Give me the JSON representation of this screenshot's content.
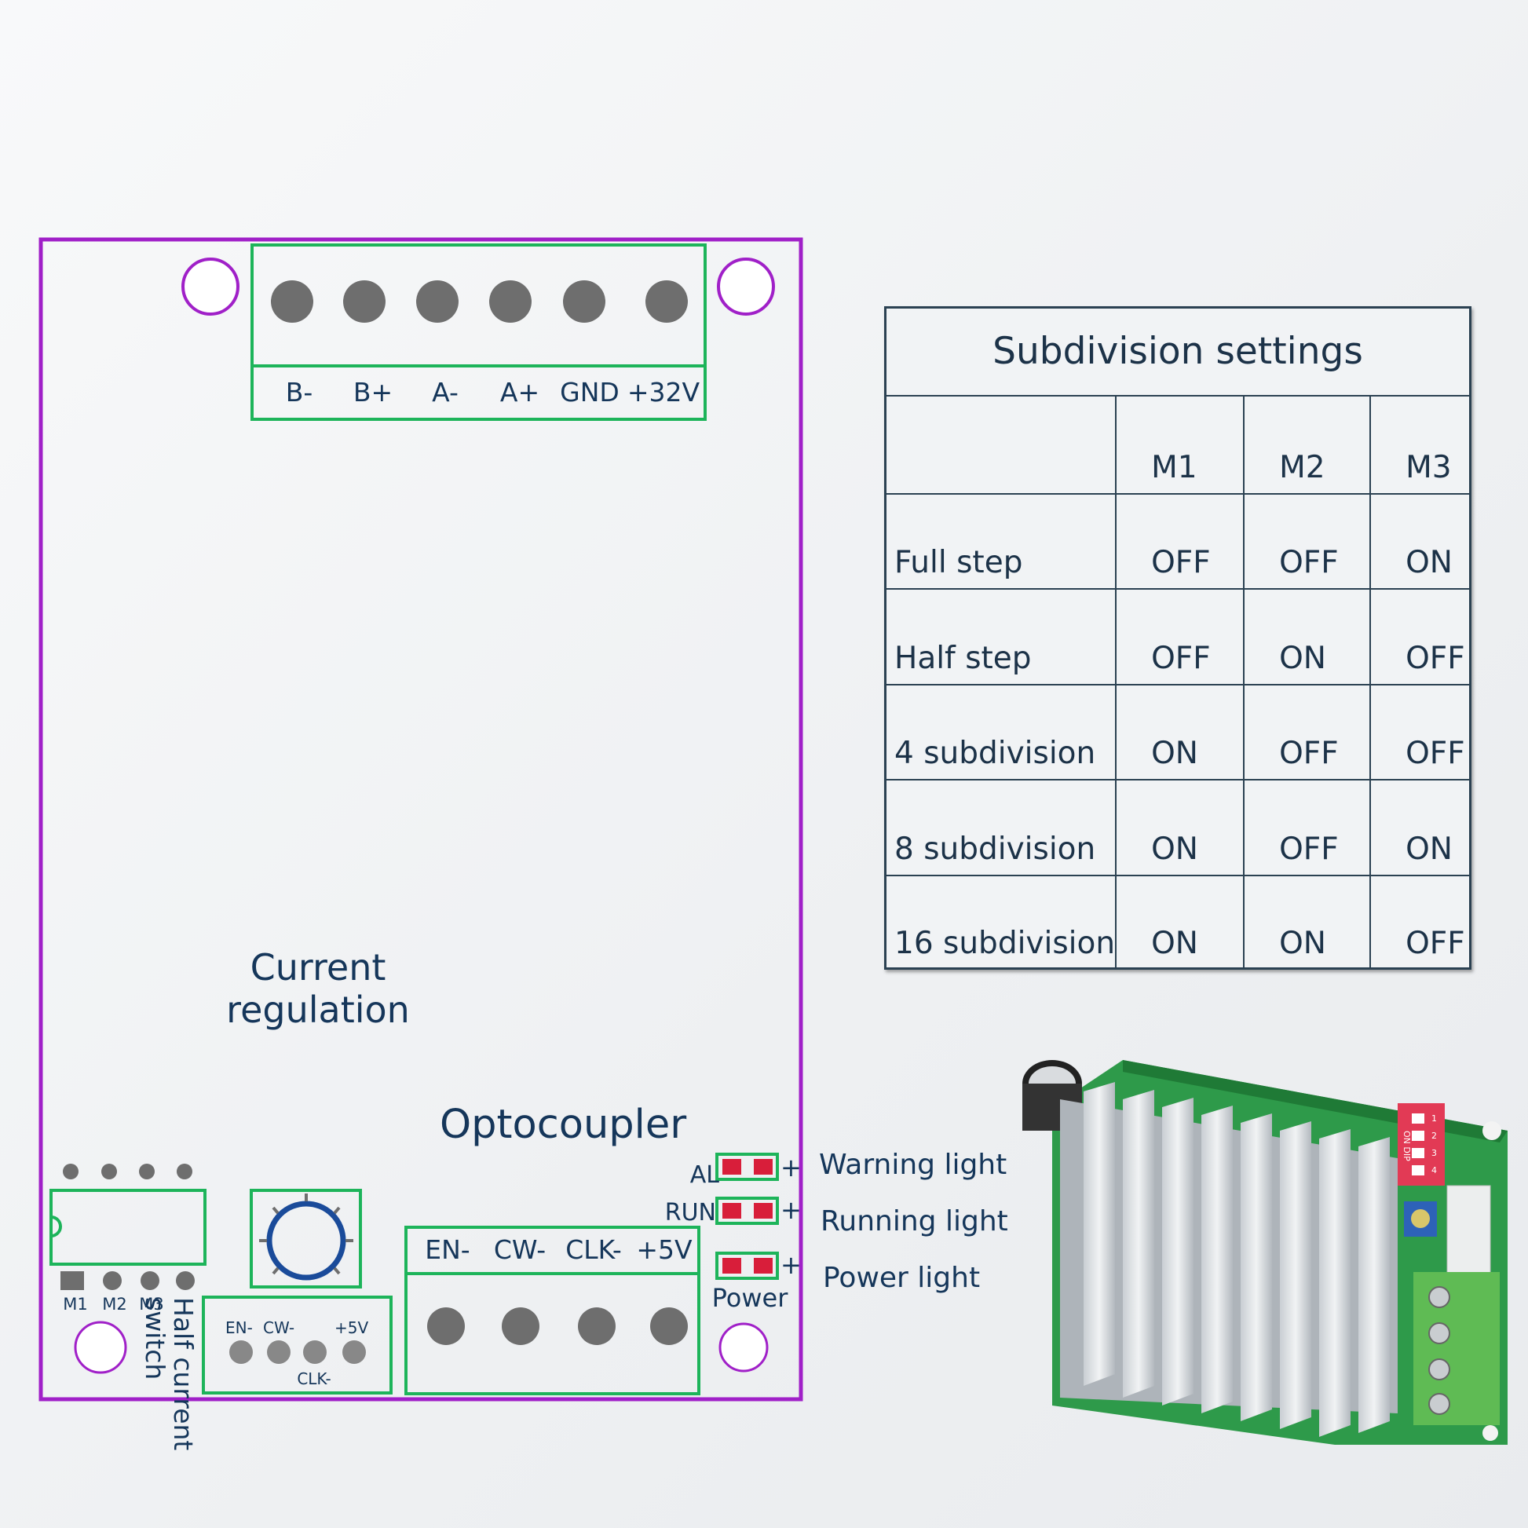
{
  "board": {
    "power_terminal_labels": [
      "B-",
      "B+",
      "A-",
      "A+",
      "GND",
      "+32V"
    ],
    "current_regulation": "Current\nregulation",
    "optocoupler": "Optocoupler",
    "signal_terminal_labels": [
      "EN-",
      "CW-",
      "CLK-",
      "+5V"
    ],
    "small_header_labels": {
      "en": "EN-",
      "cw": "CW-",
      "plus5v": "+5V",
      "clk": "CLK-"
    },
    "dip_labels": [
      "M1",
      "M2",
      "M3"
    ],
    "half_current_switch": "Half current\nswitch",
    "led_labels": {
      "al": "AL",
      "run": "RUN",
      "power": "Power"
    },
    "plus_sign": "+",
    "colors": {
      "outline": "#a020c8",
      "terminal": "#1db45a",
      "pin": "#6e6e6e",
      "led": "#d81e3a",
      "text": "#15365a"
    }
  },
  "callouts": {
    "warning": "Warning light",
    "running": "Running light",
    "power": "Power light"
  },
  "table": {
    "title": "Subdivision settings",
    "headers": [
      "",
      "M1",
      "M2",
      "M3"
    ],
    "rows": [
      [
        "Full step",
        "OFF",
        "OFF",
        "ON"
      ],
      [
        "Half step",
        "OFF",
        "ON",
        "OFF"
      ],
      [
        "4 subdivision",
        "ON",
        "OFF",
        "OFF"
      ],
      [
        "8 subdivision",
        "ON",
        "OFF",
        "ON"
      ],
      [
        "16 subdivision",
        "ON",
        "ON",
        "OFF"
      ]
    ]
  },
  "photo": {
    "dip_text": "ON DIP",
    "dip_numbers": [
      "1",
      "2",
      "3",
      "4"
    ]
  }
}
